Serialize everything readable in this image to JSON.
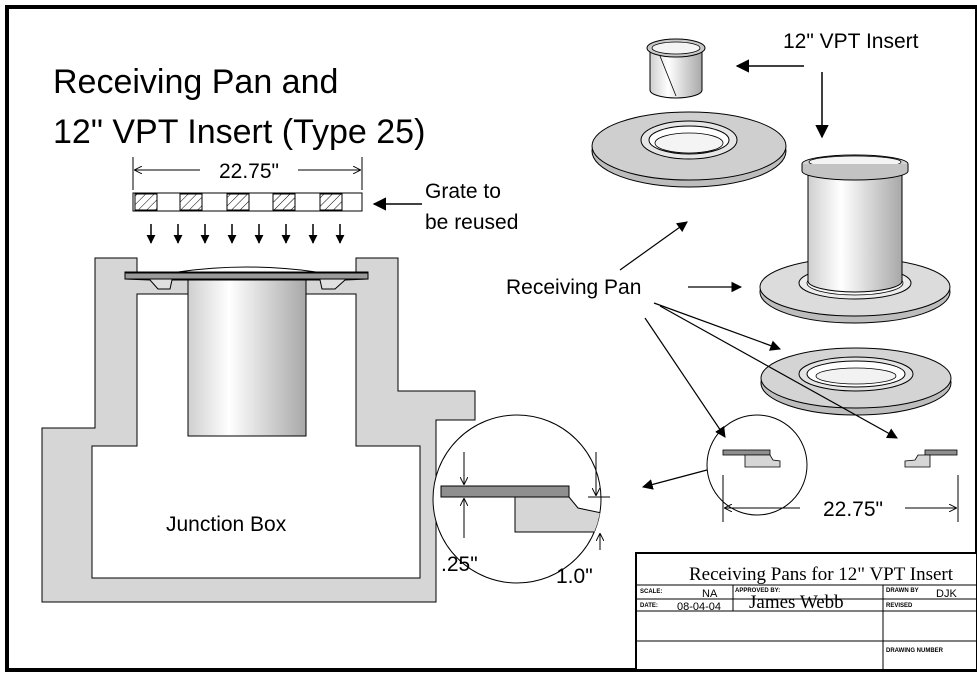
{
  "title": {
    "line1": "Receiving Pan and",
    "line2": "12\" VPT Insert (Type 25)"
  },
  "labels": {
    "grate_width": "22.75\"",
    "grate_line1": "Grate to",
    "grate_line2": "be reused",
    "insert": "12\" VPT Insert",
    "receiving_pan": "Receiving Pan",
    "junction_box": "Junction Box",
    "detail_thickness": ".25\"",
    "detail_depth": "1.0\"",
    "pan_width": "22.75\""
  },
  "title_block": {
    "drawing_title": "Receiving Pans for 12\" VPT Insert",
    "scale_label": "SCALE:",
    "scale_value": "NA",
    "approved_label": "APPROVED BY:",
    "approved_value": "James Webb",
    "drawn_label": "DRAWN BY",
    "drawn_value": "DJK",
    "date_label": "DATE:",
    "date_value": "08-04-04",
    "revised_label": "REVISED",
    "drawing_number_label": "DRAWING NUMBER"
  }
}
